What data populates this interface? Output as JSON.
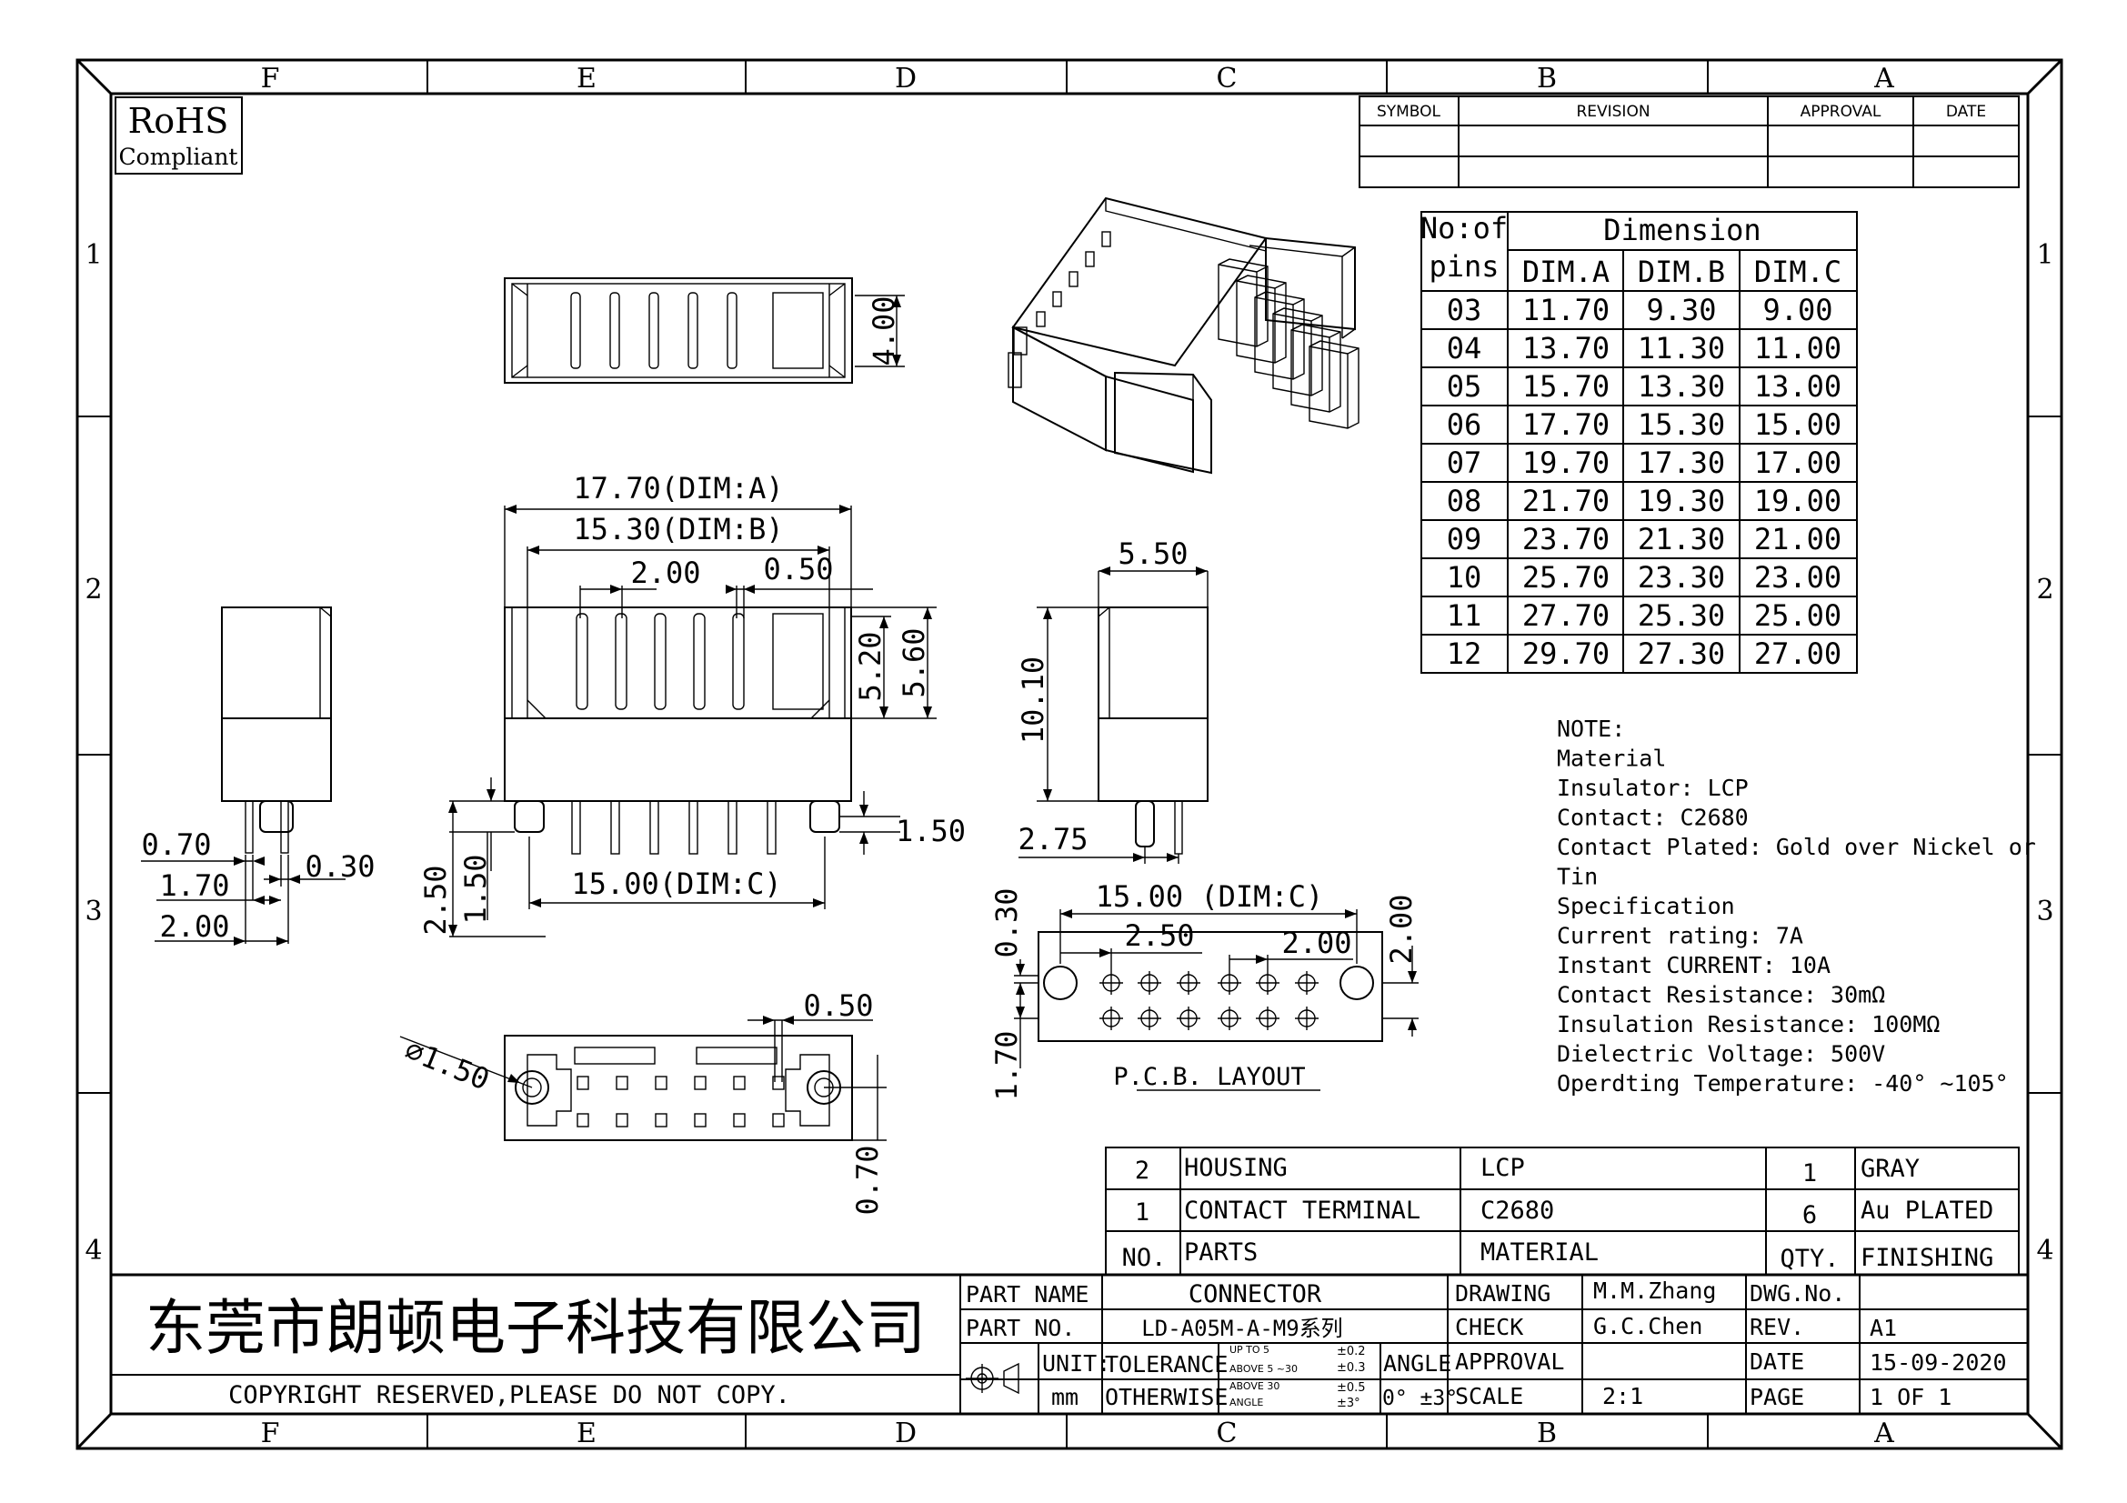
{
  "frame": {
    "columns": [
      "F",
      "E",
      "D",
      "C",
      "B",
      "A"
    ],
    "rows": [
      "1",
      "2",
      "3",
      "4"
    ]
  },
  "rohs": {
    "line1": "RoHS",
    "line2": "Compliant"
  },
  "revision_table": {
    "headers": [
      "SYMBOL",
      "REVISION",
      "APPROVAL",
      "DATE"
    ]
  },
  "dimension_table": {
    "header_pins_line1": "No:of",
    "header_pins_line2": "pins",
    "header_group": "Dimension",
    "headers": [
      "DIM.A",
      "DIM.B",
      "DIM.C"
    ],
    "rows": [
      [
        "03",
        "11.70",
        "9.30",
        "9.00"
      ],
      [
        "04",
        "13.70",
        "11.30",
        "11.00"
      ],
      [
        "05",
        "15.70",
        "13.30",
        "13.00"
      ],
      [
        "06",
        "17.70",
        "15.30",
        "15.00"
      ],
      [
        "07",
        "19.70",
        "17.30",
        "17.00"
      ],
      [
        "08",
        "21.70",
        "19.30",
        "19.00"
      ],
      [
        "09",
        "23.70",
        "21.30",
        "21.00"
      ],
      [
        "10",
        "25.70",
        "23.30",
        "23.00"
      ],
      [
        "11",
        "27.70",
        "25.30",
        "25.00"
      ],
      [
        "12",
        "29.70",
        "27.30",
        "27.00"
      ]
    ]
  },
  "dimensions": {
    "top_height": "4.00",
    "dim_a": "17.70(DIM:A)",
    "dim_b": "15.30(DIM:B)",
    "pitch": "2.00",
    "gap": "0.50",
    "h520": "5.20",
    "h560": "5.60",
    "peg": "1.50",
    "dim_c": "15.00(DIM:C)",
    "h250": "2.50",
    "h150": "1.50",
    "side_070": "0.70",
    "side_030": "0.30",
    "side_170": "1.70",
    "side_200": "2.00",
    "right_550": "5.50",
    "right_1010": "10.10",
    "right_275": "2.75",
    "bottom_dia": "∅1.50",
    "bottom_050": "0.50",
    "bottom_070": "0.70",
    "pcb_dimc": "15.00 (DIM:C)",
    "pcb_030": "0.30",
    "pcb_250": "2.50",
    "pcb_200a": "2.00",
    "pcb_200b": "2.00",
    "pcb_170": "1.70",
    "pcb_label": "P.C.B. LAYOUT"
  },
  "notes": [
    "NOTE:",
    "Material",
    "Insulator: LCP",
    "Contact: C2680",
    "Contact Plated: Gold over Nickel or",
    "Tin",
    "Specification",
    "Current rating: 7A",
    "Instant CURRENT: 10A",
    "Contact Resistance: 30mΩ",
    "Insulation Resistance: 100MΩ",
    "Dielectric Voltage: 500V",
    "Operdting Temperature: -40° ~105°"
  ],
  "bom": {
    "rows": [
      {
        "no": "2",
        "part": "HOUSING",
        "material": "LCP",
        "qty": "1",
        "finishing": "GRAY"
      },
      {
        "no": "1",
        "part": "CONTACT TERMINAL",
        "material": "C2680",
        "qty": "6",
        "finishing": "Au PLATED"
      }
    ],
    "headers": {
      "no": "NO.",
      "part": "PARTS",
      "material": "MATERIAL",
      "qty": "QTY.",
      "finishing": "FINISHING"
    }
  },
  "title_block": {
    "company": "东莞市朗顿电子科技有限公司",
    "copyright": "COPYRIGHT RESERVED,PLEASE DO NOT COPY.",
    "part_name_label": "PART NAME",
    "part_name": "CONNECTOR",
    "part_no_label": "PART NO.",
    "part_no": "LD-A05M-A-M9系列",
    "unit_label": "UNIT:",
    "unit": "mm",
    "tolerance_label": "TOLERANCE",
    "otherwise_label": "OTHERWISE",
    "tol_up5": "UP TO 5",
    "tol_above5": "ABOVE 5 ~30",
    "tol_above30": "ABOVE 30",
    "tol_angle": "ANGLE",
    "tol_v1": "±0.2",
    "tol_v2": "±0.3",
    "tol_v3": "±0.5",
    "tol_v4": "±3°",
    "angle_label": "ANGLE",
    "angle_value": "0° ±3°",
    "drawing_label": "DRAWING",
    "drawing": "M.M.Zhang",
    "check_label": "CHECK",
    "check": "G.C.Chen",
    "approval_label": "APPROVAL",
    "scale_label": "SCALE",
    "scale": "2:1",
    "dwg_no_label": "DWG.No.",
    "rev_label": "REV.",
    "rev": "A1",
    "date_label": "DATE",
    "date": "15-09-2020",
    "page_label": "PAGE",
    "page": "1 OF 1"
  }
}
